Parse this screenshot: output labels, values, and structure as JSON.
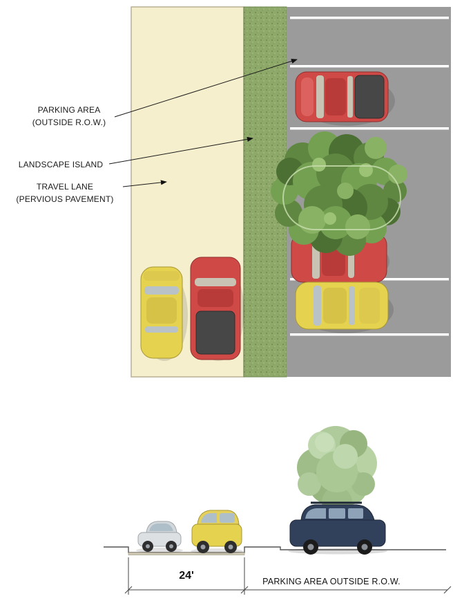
{
  "callouts": {
    "parking_area": {
      "line1": "PARKING AREA",
      "line2": "(OUTSIDE R.O.W.)"
    },
    "landscape_island": {
      "line1": "LANDSCAPE ISLAND"
    },
    "travel_lane": {
      "line1": "TRAVEL LANE",
      "line2": "(PERVIOUS PAVEMENT)"
    }
  },
  "section": {
    "dimension_label": "24'",
    "parking_row_label": "PARKING AREA OUTSIDE R.O.W."
  },
  "colors": {
    "travel_lane": "#f6efcd",
    "landscape_island": "#8fa96b",
    "parking_area": "#9b9b9b",
    "stall_stripe": "#ffffff",
    "car_red": "#cf4a47",
    "car_yellow": "#e5d24f",
    "suv_dark": "#31415c"
  }
}
